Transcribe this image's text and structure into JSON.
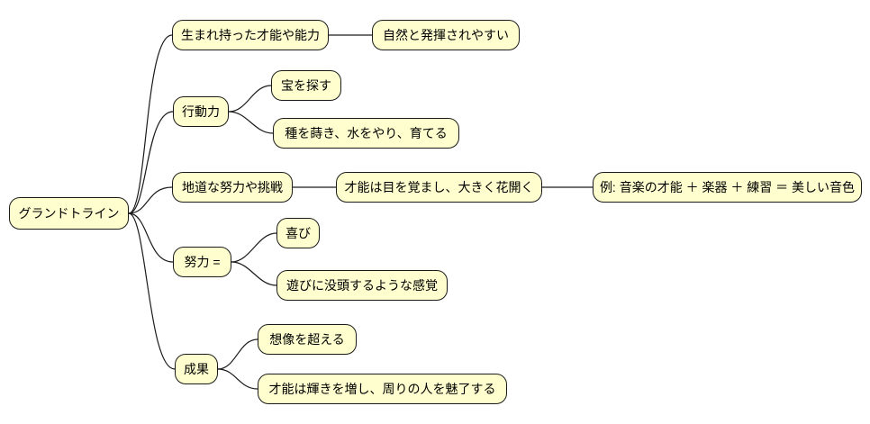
{
  "diagram": {
    "type": "mindmap",
    "direction": "left-to-right",
    "colors": {
      "node_fill": "#FEFECE",
      "node_border": "#1B1B1B",
      "connector": "#1A1A1A",
      "background": "#FFFFFF",
      "text": "#000000"
    }
  },
  "nodes": {
    "root": {
      "label": "グランドトライン"
    },
    "innate_talent": {
      "label": "生まれ持った才能や能力"
    },
    "naturally_expressed": {
      "label": "自然と発揮されやすい"
    },
    "action_power": {
      "label": "行動力"
    },
    "treasure_hunt": {
      "label": "宝を探す"
    },
    "sow_seeds": {
      "label": "種を蒔き、水をやり、育てる"
    },
    "steady_effort": {
      "label": "地道な努力や挑戦"
    },
    "talent_blooms": {
      "label": "才能は目を覚まし、大きく花開く"
    },
    "music_example": {
      "label": "例: 音楽の才能 ＋ 楽器 ＋ 練習 ＝ 美しい音色"
    },
    "effort_equals": {
      "label": "努力 ="
    },
    "joy": {
      "label": "喜び"
    },
    "play_immersion": {
      "label": "遊びに没頭するような感覚"
    },
    "results": {
      "label": "成果"
    },
    "beyond_imagination": {
      "label": "想像を超える"
    },
    "talent_shines": {
      "label": "才能は輝きを増し、周りの人を魅了する"
    }
  },
  "edges": [
    {
      "from": "root",
      "to": "innate_talent"
    },
    {
      "from": "root",
      "to": "action_power"
    },
    {
      "from": "root",
      "to": "steady_effort"
    },
    {
      "from": "root",
      "to": "effort_equals"
    },
    {
      "from": "root",
      "to": "results"
    },
    {
      "from": "innate_talent",
      "to": "naturally_expressed"
    },
    {
      "from": "action_power",
      "to": "treasure_hunt"
    },
    {
      "from": "action_power",
      "to": "sow_seeds"
    },
    {
      "from": "steady_effort",
      "to": "talent_blooms"
    },
    {
      "from": "talent_blooms",
      "to": "music_example"
    },
    {
      "from": "effort_equals",
      "to": "joy"
    },
    {
      "from": "effort_equals",
      "to": "play_immersion"
    },
    {
      "from": "results",
      "to": "beyond_imagination"
    },
    {
      "from": "results",
      "to": "talent_shines"
    }
  ]
}
